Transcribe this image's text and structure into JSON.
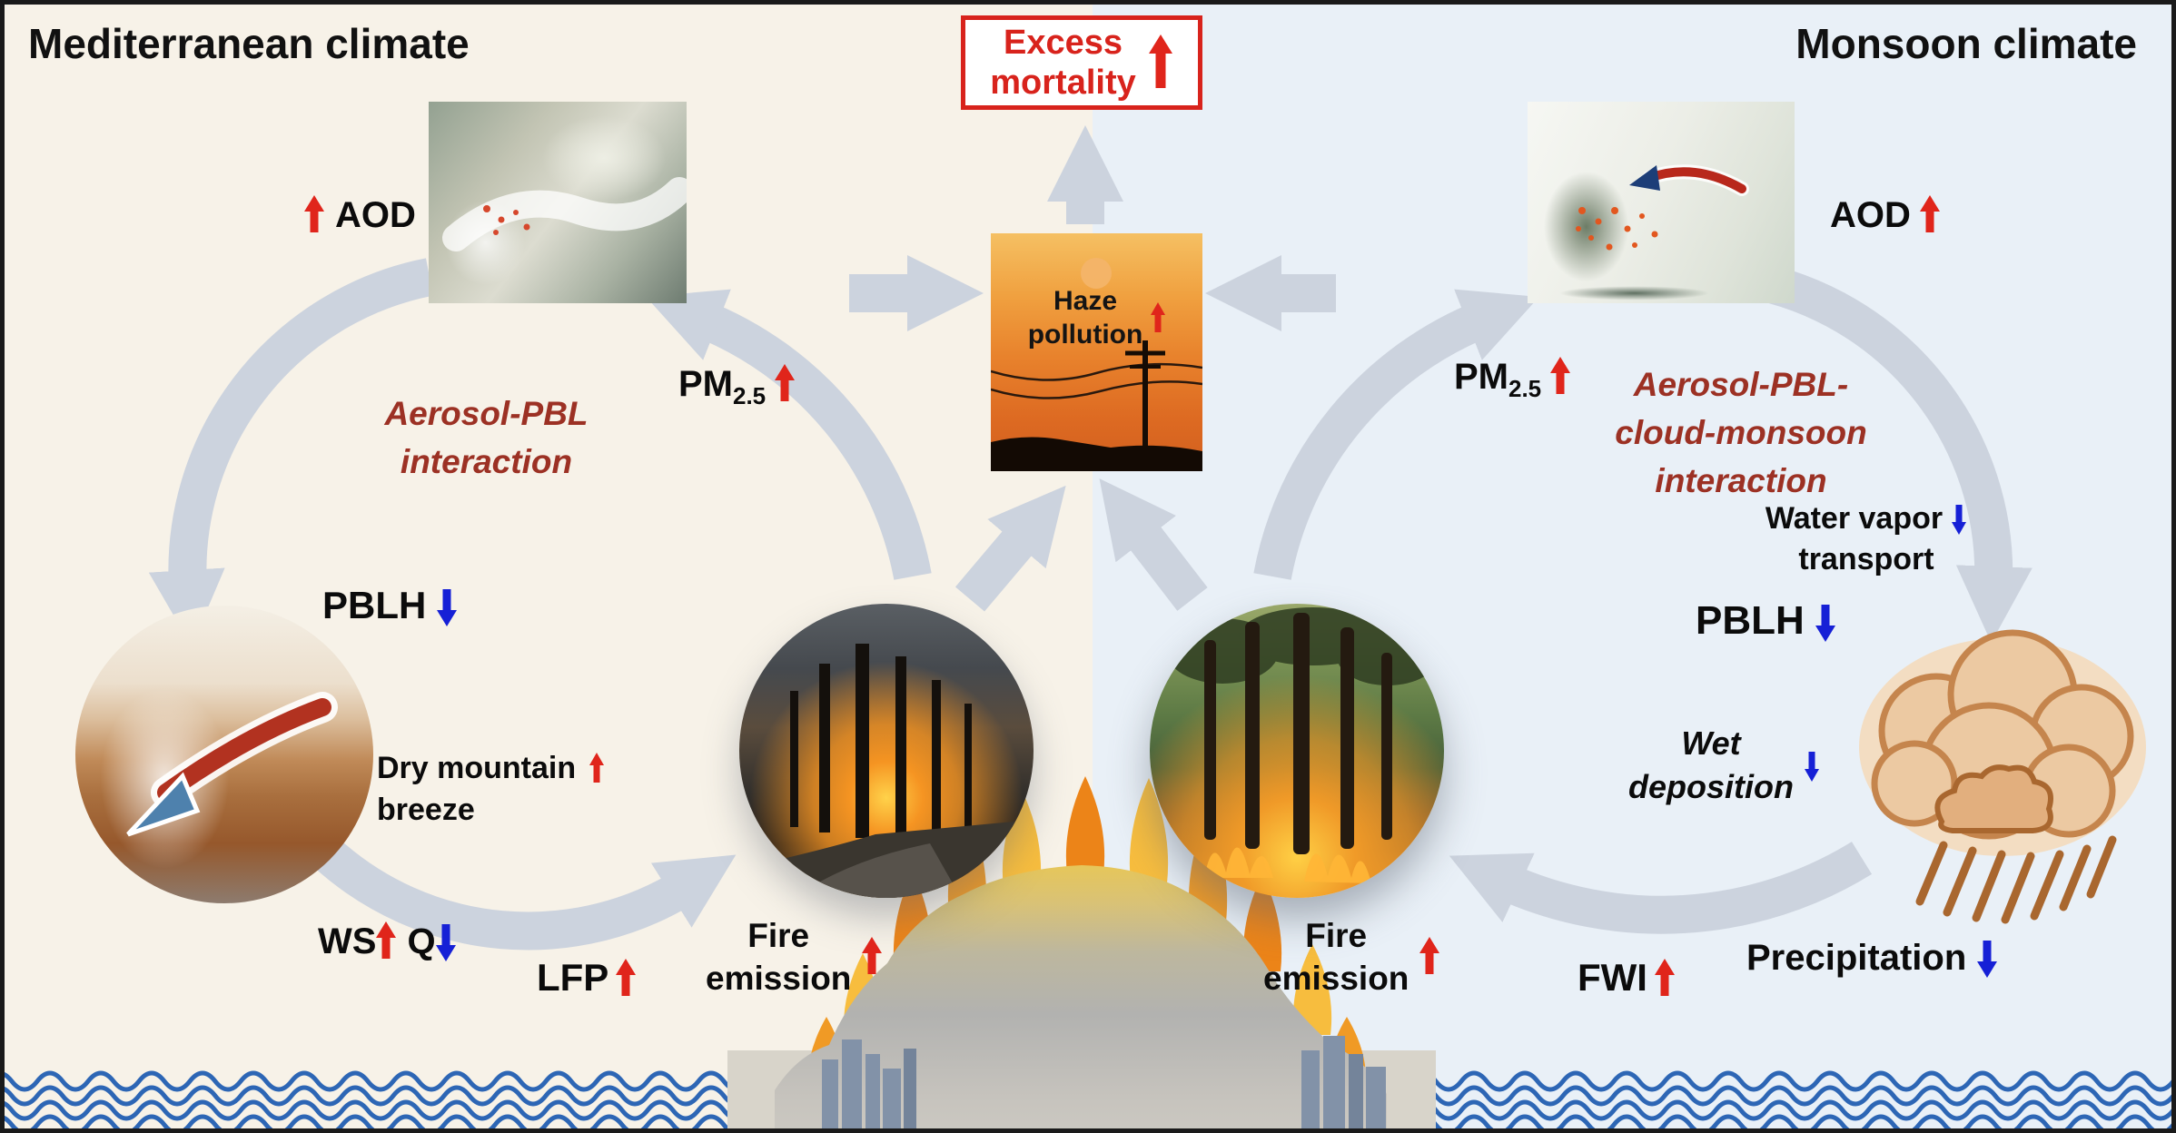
{
  "titles": {
    "left": "Mediterranean climate",
    "right": "Monsoon climate"
  },
  "mortality": {
    "line1": "Excess",
    "line2": "mortality"
  },
  "haze": {
    "line1": "Haze",
    "line2": "pollution"
  },
  "left": {
    "aod": "AOD",
    "interaction": [
      "Aerosol-PBL",
      "interaction"
    ],
    "pm": "PM",
    "pm_sub": "2.5",
    "pblh": "PBLH",
    "breeze": [
      "Dry mountain",
      "breeze"
    ],
    "ws": "WS",
    "q": "Q",
    "lfp": "LFP",
    "fire": [
      "Fire",
      "emission"
    ]
  },
  "right": {
    "aod": "AOD",
    "pm": "PM",
    "pm_sub": "2.5",
    "interaction": [
      "Aerosol-PBL-",
      "cloud-monsoon",
      "interaction"
    ],
    "water_vapor": [
      "Water vapor",
      "transport"
    ],
    "pblh": "PBLH",
    "wet": [
      "Wet",
      "deposition"
    ],
    "fire": [
      "Fire",
      "emission"
    ],
    "fwi": "FWI",
    "precipitation": "Precipitation"
  },
  "colors": {
    "up_arrow": "#e0251b",
    "down_arrow": "#1620d6",
    "interaction_text": "#9c3124",
    "flow_arrow": "#ccd3de",
    "mortality_red": "#d8231c",
    "left_bg": "#f7f2e8",
    "right_bg": "#e9f0f7",
    "wave_blue": "#2d66b5"
  }
}
